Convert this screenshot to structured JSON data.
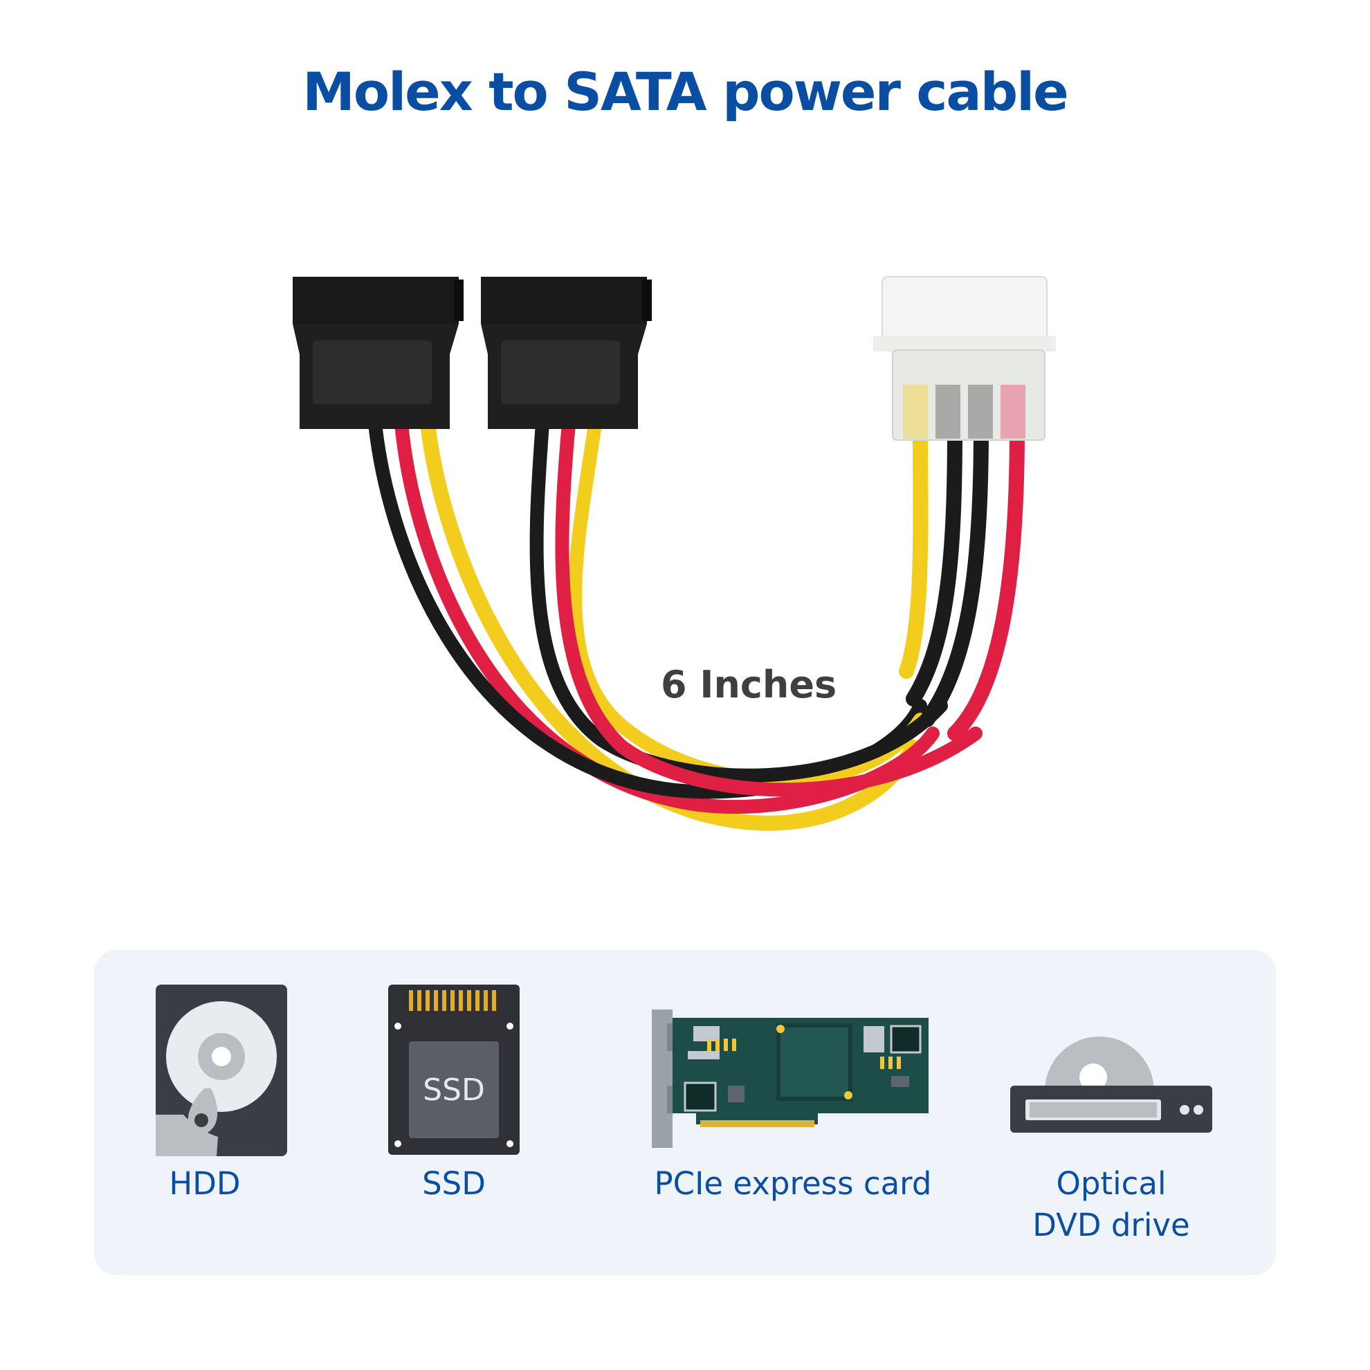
{
  "title": "Molex to SATA power cable",
  "cable_length_label": "6 Inches",
  "ssd_chip_label": "SSD",
  "devices": [
    {
      "label": "HDD",
      "icon": "hdd-icon"
    },
    {
      "label": "SSD",
      "icon": "ssd-icon"
    },
    {
      "label": "PCIe express card",
      "icon": "pcie-card-icon"
    },
    {
      "label": "Optical\nDVD drive",
      "icon": "optical-drive-icon"
    }
  ],
  "colors": {
    "title": "#0a4ea3",
    "panel_background": "#eef4fa",
    "wire_black": "#1b1b1b",
    "wire_red": "#e01f45",
    "wire_yellow": "#f2cd1e",
    "icon_dark": "#3a3d44",
    "pcb_green": "#1d4d48"
  }
}
